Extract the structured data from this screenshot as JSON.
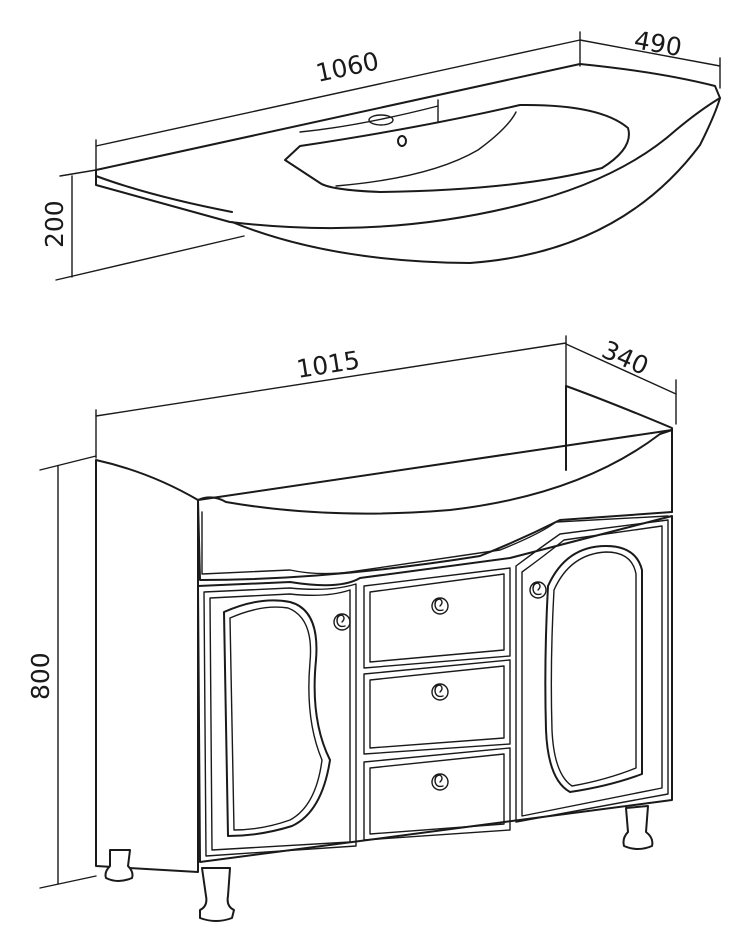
{
  "sink": {
    "dimensions": {
      "width": "1060",
      "depth": "490",
      "height": "200"
    }
  },
  "cabinet": {
    "dimensions": {
      "width": "1015",
      "depth": "340",
      "height": "800"
    }
  },
  "colors": {
    "line": "#1a1a1a",
    "background": "#ffffff"
  }
}
